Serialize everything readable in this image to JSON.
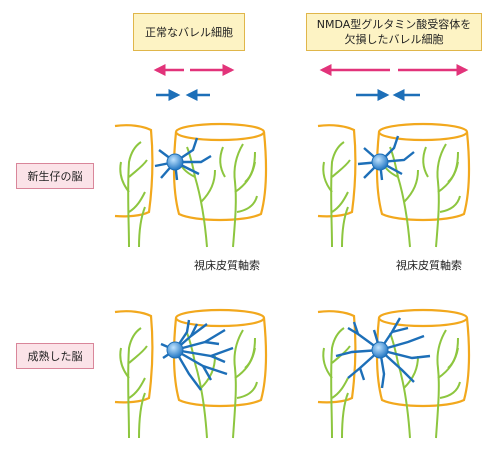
{
  "headers": {
    "normal": "正常なバレル細胞",
    "knockout_line1": "NMDA型グルタミン酸受容体を",
    "knockout_line2": "欠損したバレル細胞"
  },
  "rows": {
    "newborn": "新生仔の脳",
    "adult": "成熟した脳"
  },
  "captions": {
    "thalamocortical_left": "視床皮質軸索",
    "thalamocortical_right": "視床皮質軸索"
  },
  "colors": {
    "barrel": "#f2a81d",
    "axon": "#8dc63f",
    "dendrite": "#1d6fb8",
    "cell_body": "#3d8fd6",
    "pink_arrow": "#e2337a",
    "blue_arrow": "#1d6fb8"
  }
}
